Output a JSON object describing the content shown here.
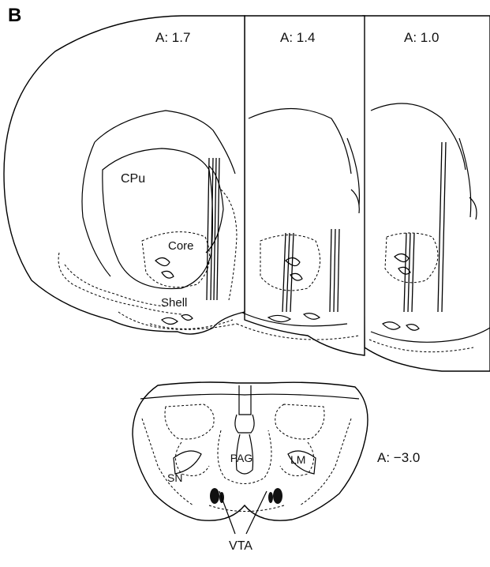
{
  "panel_label": "B",
  "coronal_sections": [
    {
      "level": "A: 1.7"
    },
    {
      "level": "A: 1.4"
    },
    {
      "level": "A: 1.0"
    }
  ],
  "regions_forebrain": {
    "cpu": "CPu",
    "core": "Core",
    "shell": "Shell"
  },
  "midbrain_section": {
    "level": "A: −3.0",
    "pag": "PAG",
    "lm": "LM",
    "sn": "SN",
    "vta": "VTA"
  }
}
